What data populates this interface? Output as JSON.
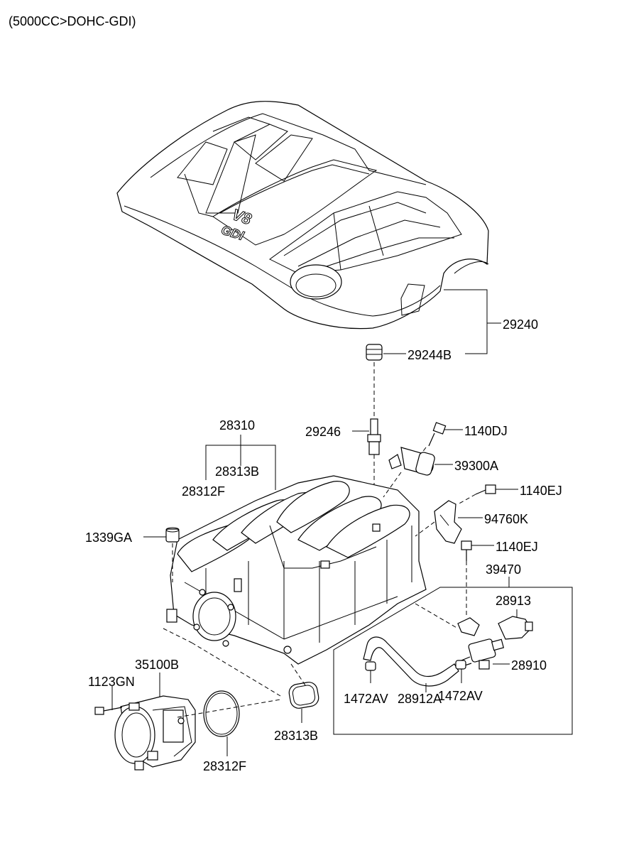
{
  "title": "(5000CC>DOHC-GDI)",
  "cover_badge": {
    "top": "V8",
    "bottom": "GDI"
  },
  "labels": {
    "p29240": "29240",
    "p29244B": "29244B",
    "p29246": "29246",
    "p28310": "28310",
    "p28313B_top": "28313B",
    "p28312F_top": "28312F",
    "p1140DJ": "1140DJ",
    "p39300A": "39300A",
    "p1140EJ_a": "1140EJ",
    "p94760K": "94760K",
    "p1140EJ_b": "1140EJ",
    "p1339GA": "1339GA",
    "p39470": "39470",
    "p28913": "28913",
    "p28910": "28910",
    "p1472AV_a": "1472AV",
    "p1472AV_b": "1472AV",
    "p28912A": "28912A",
    "p35100B": "35100B",
    "p1123GN": "1123GN",
    "p28313B_bot": "28313B",
    "p28312F_bot": "28312F"
  }
}
